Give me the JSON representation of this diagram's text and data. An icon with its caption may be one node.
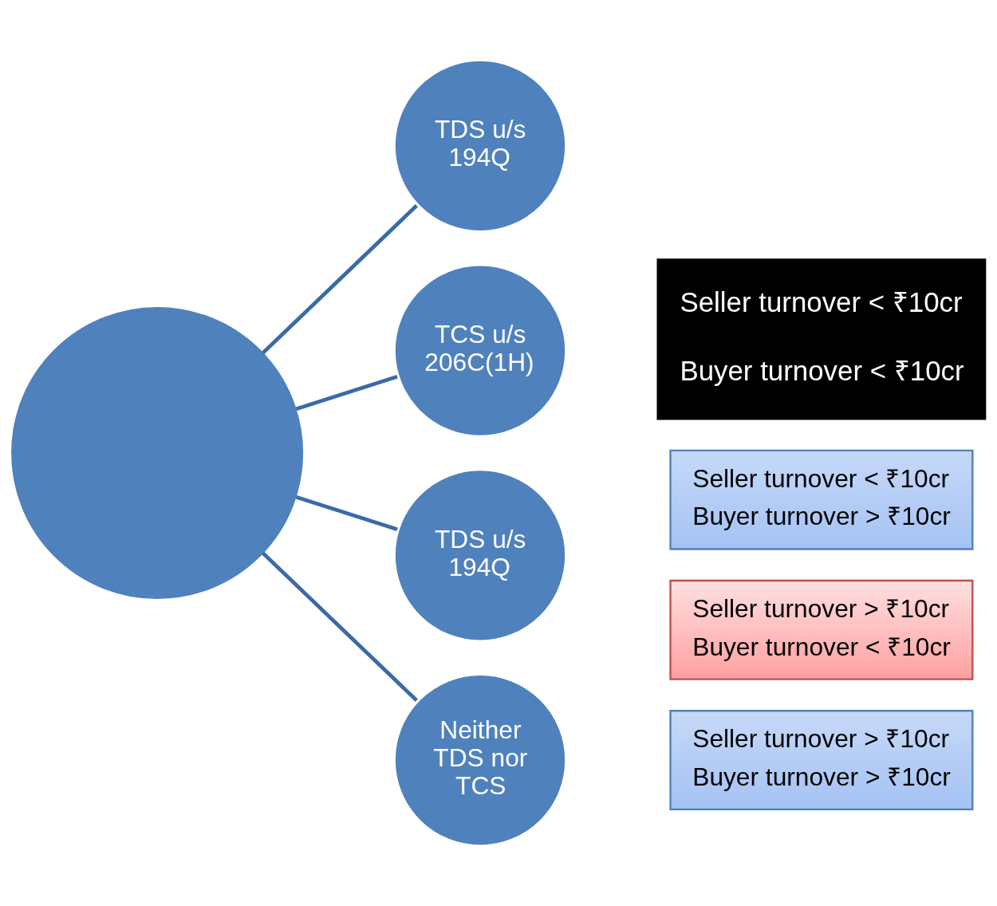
{
  "diagram": {
    "nodes": [
      {
        "text": [],
        "shape": "circle"
      },
      {
        "text": [
          "TDS u/s 194Q"
        ]
      },
      {
        "text": [
          "Seller turnover > ₹10cr",
          "Buyer turnover > ₹10cr"
        ]
      },
      {
        "text": [
          "TCS u/s 206C(1H)"
        ]
      },
      {
        "text": [
          "Seller turnover > ₹10cr",
          "Buyer turnover < ₹10cr"
        ]
      },
      {
        "text": [
          "TDS u/s 194Q"
        ]
      },
      {
        "text": [
          "Seller turnover < ₹10cr",
          "Buyer turnover > ₹10cr"
        ]
      },
      {
        "text": [
          "Neither TDS nor TCS"
        ]
      },
      {
        "text": [
          "Seller turnover < ₹10cr",
          "Buyer turnover < ₹10cr"
        ]
      }
    ],
    "edges": [
      {
        "from": 0,
        "to": 1,
        "arrow": "none"
      },
      {
        "from": 0,
        "to": 3,
        "arrow": "none"
      },
      {
        "from": 0,
        "to": 5,
        "arrow": "none"
      },
      {
        "from": 0,
        "to": 7,
        "arrow": "none"
      }
    ]
  }
}
